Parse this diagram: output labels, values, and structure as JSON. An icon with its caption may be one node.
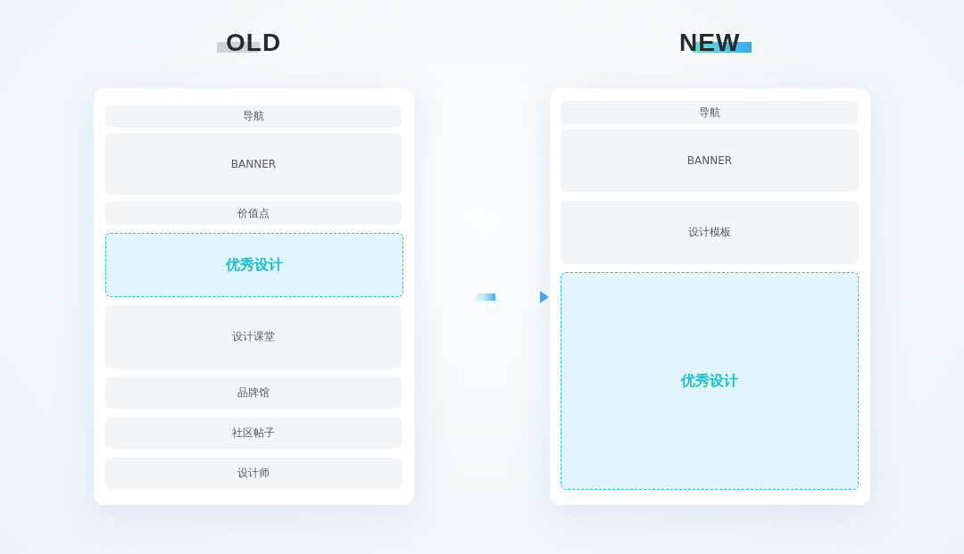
{
  "diagram": {
    "nodes": [
      {
        "text": [
          "OLD"
        ]
      },
      {
        "text": [
          "导航"
        ],
        "in": 0
      },
      {
        "text": [
          "BANNER"
        ],
        "in": 0
      },
      {
        "text": [
          "价值点"
        ],
        "in": 0
      },
      {
        "text": [
          "优秀设计"
        ],
        "in": 0
      },
      {
        "text": [
          "设计课堂"
        ],
        "in": 0
      },
      {
        "text": [
          "品牌馆"
        ],
        "in": 0
      },
      {
        "text": [
          "社区帖子"
        ],
        "in": 0
      },
      {
        "text": [
          "设计师"
        ],
        "in": 0
      },
      {
        "text": [
          "NEW"
        ]
      },
      {
        "text": [
          "导航"
        ],
        "in": 9
      },
      {
        "text": [
          "BANNER"
        ],
        "in": 9
      },
      {
        "text": [
          "设计模板"
        ],
        "in": 9
      },
      {
        "text": [
          "优秀设计"
        ],
        "in": 9
      }
    ],
    "edges": [
      {
        "from": 0,
        "to": 9,
        "arrow": "to"
      }
    ]
  }
}
